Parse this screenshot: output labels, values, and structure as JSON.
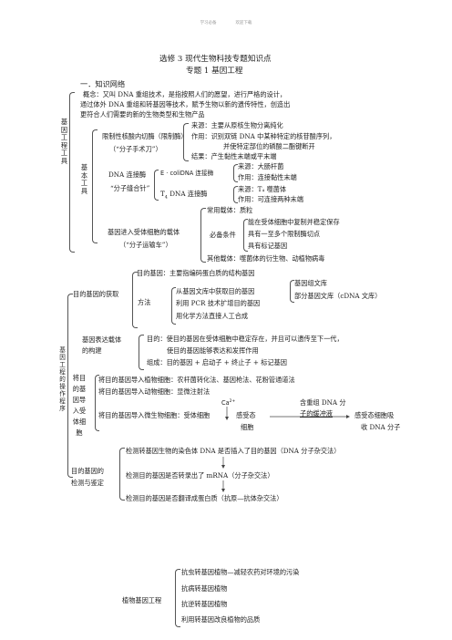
{
  "header": {
    "left": "学习必备",
    "right": "欢迎下载"
  },
  "title": "选修 3   现代生物科技专题知识点",
  "subtitle": "专题 1      基因工程",
  "section1": "一．知识网络",
  "concept": {
    "line1": "概念：又叫 DNA 重组技术，是指按照人们的愿望，进行严格的设计，",
    "line2": "通过体外 DNA 重组和转基因等技术，赋予生物以新的遗传特性，创造出",
    "line3": "更符合人们需要的新的生物类型和生物产品"
  },
  "tools_label": "基因工程工具",
  "basic_tools": "基本工具",
  "enzyme": {
    "name": "限制性核酸内切酶（限制酶）",
    "alias": "（“分子手术刀”）",
    "source": "来源：主要从原核生物分离纯化",
    "action1": "作用：识别双链 DNA 中某种特定的核苷酸序列，",
    "action2": "并使特定部位的磷酸二酯键断开",
    "result": "结果：产生黏性末端或平末端"
  },
  "ligase": {
    "name": "DNA 连接酶",
    "alias": "“分子缝合针”",
    "ecoli": "E · coliDNA 连接酶",
    "t4": "T",
    "t4sub": "4",
    "t4rest": " DNA 连接酶",
    "src1": "来源：大肠杆菌",
    "act1": "作用：连接黏性末端",
    "src2": "来源：T₄ 噬菌体",
    "act2": "作用：可连接两种末端"
  },
  "vector": {
    "name": "基因进入受体细胞的载体",
    "alias": "（“分子运输车”）",
    "common": "常用载体：质粒",
    "cond": "必备条件",
    "c1": "能在受体细胞中复制并稳定保存",
    "c2": "具有一至多个限制酶切点",
    "c3": "具有标记基因",
    "other": "其他载体：噬菌体的衍生物、动植物病毒"
  },
  "procedure_label": "基因工程的操作程序",
  "acquire": {
    "name": "目的基因的获取",
    "target": "目的基因：主要指编码蛋白质的结构基因",
    "method": "方法",
    "m1": "从基因文库中获取目的基因",
    "m2": "利用 PCR 技术扩增目的基因",
    "m3": "用化学方法直接人工合成",
    "lib1": "基因组文库",
    "lib2": "部分基因文库（cDNA 文库）"
  },
  "construct": {
    "name1": "基因表达载体",
    "name2": "的构建",
    "p1": "目的：使目的基因在受体细胞中稳定存在，并且可以遗传至下一代，",
    "p2": "使目的基因能够表达和发挥作用",
    "p3": "组成：目的基因 + 启动子 + 终止子 + 标记基因"
  },
  "introduce": {
    "name": "将目的基因导入受体细胞",
    "plant": "将目的基因导入植物细胞：农杆菌转化法、基因枪法、花粉管通道法",
    "animal": "将目的基因导入动物细胞：显微注射法",
    "microbe": "将目的基因导入微生物细胞：受体细胞",
    "ca": "Ca",
    "ca_sup": "2+",
    "comp": "感受态",
    "cell": "细胞",
    "recomb1": "含重组 DNA 分",
    "recomb2": "子的缓冲液",
    "absorb1": "感受态细胞吸",
    "absorb2": "收 DNA 分子"
  },
  "detect": {
    "name1": "目的基因的",
    "name2": "检测与鉴定",
    "d1": "检测转基因生物的染色体 DNA 是否插入了目的基因（DNA 分子杂交法）",
    "d2": "检测目的基因是否转录出了 mRNA（分子杂交法）",
    "d3": "检测目的基因是否翻译成蛋白质（抗原—抗体杂交法）"
  },
  "plant_eng": {
    "name": "植物基因工程",
    "i1": "抗虫转基因植物—减轻农药对环境的污染",
    "i2": "抗病转基因植物",
    "i3": "抗逆转基因植物",
    "i4": "利用转基因改良植物的品质"
  }
}
